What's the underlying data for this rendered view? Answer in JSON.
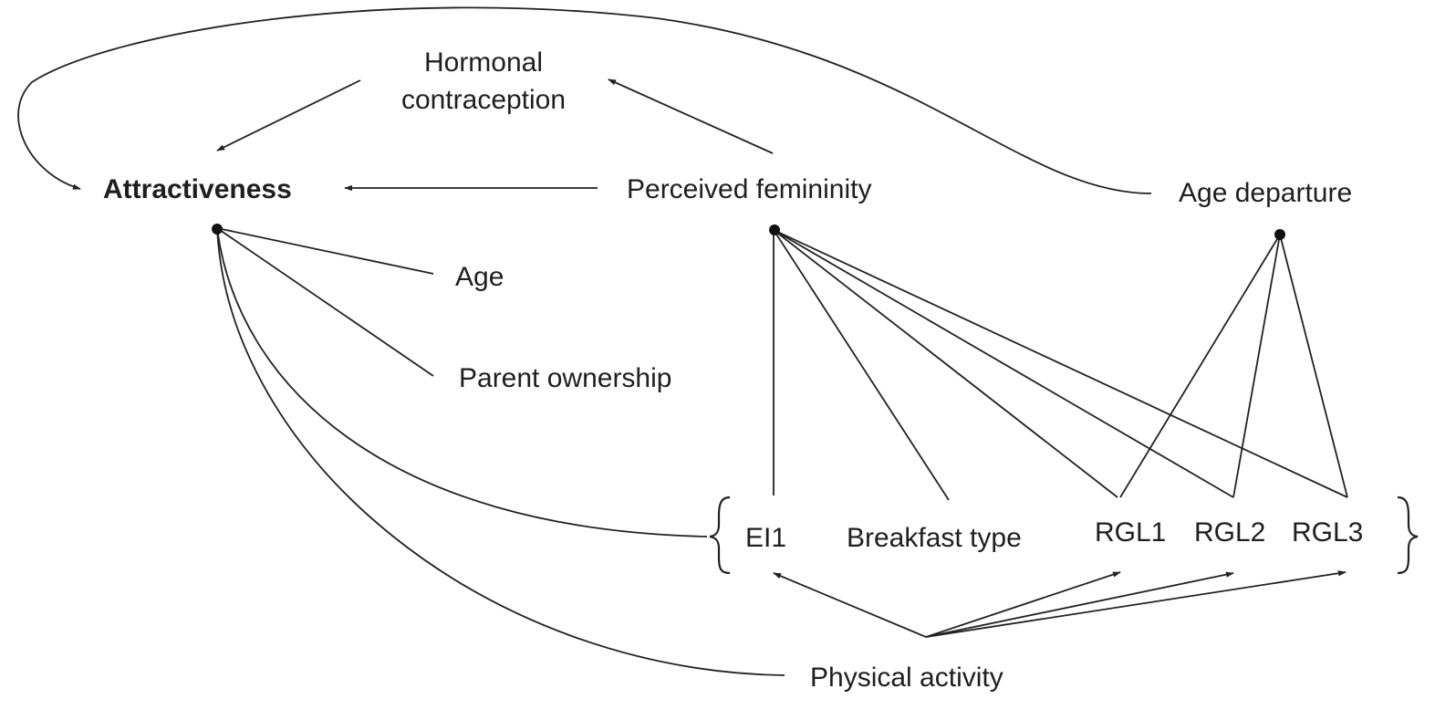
{
  "nodes": {
    "hormonal_line1": "Hormonal",
    "hormonal_line2": "contraception",
    "attractiveness": "Attractiveness",
    "perceived_femininity": "Perceived femininity",
    "age_departure": "Age departure",
    "age": "Age",
    "parent_ownership": "Parent ownership",
    "ei1": "EI1",
    "breakfast_type": "Breakfast type",
    "rgl1": "RGL1",
    "rgl2": "RGL2",
    "rgl3": "RGL3",
    "physical_activity": "Physical activity"
  },
  "colors": {
    "text": "#1f1f1f",
    "line": "#222222"
  }
}
